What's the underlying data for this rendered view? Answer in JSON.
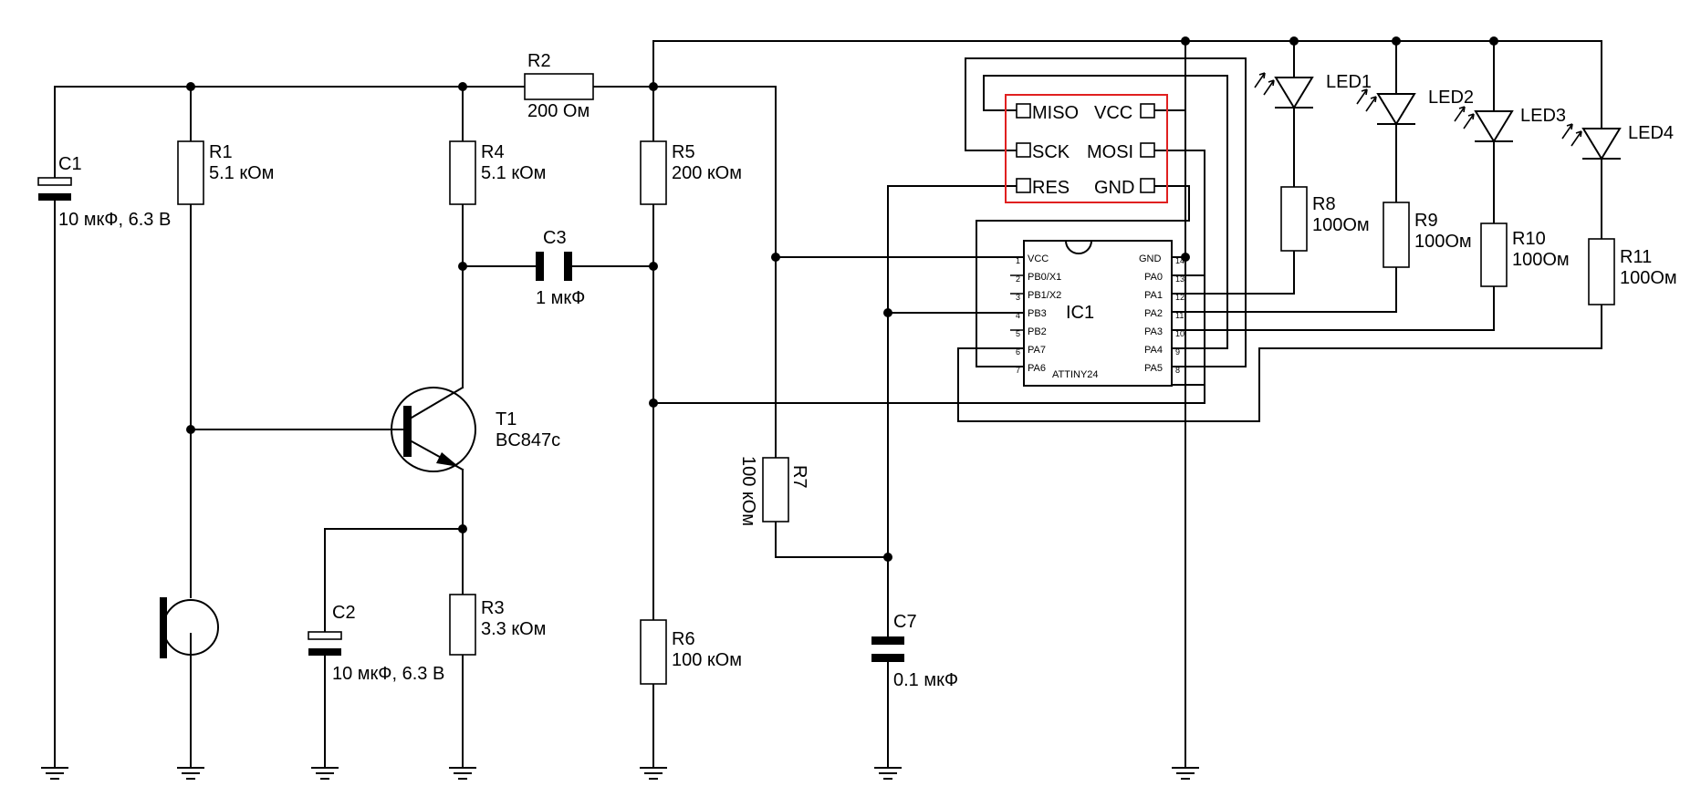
{
  "labels": {
    "c1": "C1",
    "c1_val": "10 мкФ, 6.3 В",
    "r1": "R1",
    "r1_val": "5.1 кОм",
    "r2": "R2",
    "r2_val": "200  Ом",
    "r4": "R4",
    "r4_val": "5.1  кОм",
    "r5": "R5",
    "r5_val": "200  кОм",
    "c3": "C3",
    "c3_val": "1 мкФ",
    "t1": "T1",
    "t1_val": "BC847c",
    "c2": "C2",
    "c2_val": "10 мкФ, 6.3 В",
    "r3": "R3",
    "r3_val": "3.3  кОм",
    "r6": "R6",
    "r6_val": "100  кОм",
    "r7": "R7",
    "r7_val": "100  кОм",
    "c7": "C7",
    "c7_val": "0.1 мкФ",
    "ic1": "IC1",
    "ic1_part": "ATTINY24",
    "led1": "LED1",
    "led2": "LED2",
    "led3": "LED3",
    "led4": "LED4",
    "r8": "R8",
    "r8_val": "100Ом",
    "r9": "R9",
    "r9_val": "100Ом",
    "r10": "R10",
    "r10_val": "100Ом",
    "r11": "R11",
    "r11_val": "100Ом"
  },
  "connector": {
    "pins": [
      "MISO",
      "VCC",
      "SCK",
      "MOSI",
      "RES",
      "GND"
    ]
  },
  "ic1_pins": {
    "left": [
      {
        "num": "1",
        "name": "VCC"
      },
      {
        "num": "2",
        "name": "PB0/X1"
      },
      {
        "num": "3",
        "name": "PB1/X2"
      },
      {
        "num": "4",
        "name": "PB3"
      },
      {
        "num": "5",
        "name": "PB2"
      },
      {
        "num": "6",
        "name": "PA7"
      },
      {
        "num": "7",
        "name": "PA6"
      }
    ],
    "right": [
      {
        "num": "14",
        "name": "GND"
      },
      {
        "num": "13",
        "name": "PA0"
      },
      {
        "num": "12",
        "name": "PA1"
      },
      {
        "num": "11",
        "name": "PA2"
      },
      {
        "num": "10",
        "name": "PA3"
      },
      {
        "num": "9",
        "name": "PA4"
      },
      {
        "num": "8",
        "name": "PA5"
      }
    ]
  },
  "colors": {
    "wire": "#000000",
    "connector_outline": "#e02020",
    "background": "#ffffff"
  }
}
